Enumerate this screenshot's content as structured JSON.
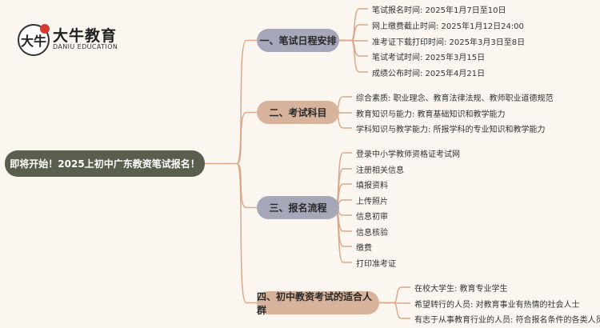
{
  "logo": {
    "cn": "大牛教育",
    "en": "DANIU EDUCATION",
    "badge": "大牛"
  },
  "root": "即将开始！2025上初中广东教资笔试报名！",
  "branches": [
    {
      "label": "一、笔试日程安排",
      "items": [
        "笔试报名时间: 2025年1月7日至10日",
        "网上缴费截止时间: 2025年1月12日24:00",
        "准考证下载打印时间: 2025年3月3日至8日",
        "笔试考试时间: 2025年3月15日",
        "成绩公布时间: 2025年4月21日"
      ]
    },
    {
      "label": "二、考试科目",
      "items": [
        "综合素质: 职业理念、教育法律法规、教师职业道德规范",
        "教育知识与能力: 教育基础知识和教学能力",
        "学科知识与教学能力: 所报学科的专业知识和教学能力"
      ]
    },
    {
      "label": "三、报名流程",
      "items": [
        "登录中小学教师资格证考试网",
        "注册相关信息",
        "填报资料",
        "上传照片",
        "信息初审",
        "信息核验",
        "缴费",
        "打印准考证"
      ]
    },
    {
      "label": "四、初中教资考试的适合人群",
      "items": [
        "在校大学生: 教育专业学生",
        "希望转行的人员: 对教育事业有热情的社会人士",
        "有志于从事教育行业的人员: 符合报名条件的各类人员"
      ]
    }
  ],
  "colors": {
    "root": "#5a5f4d",
    "grey": "#a7a7ba",
    "tan": "#d8b39b",
    "line": "#d9a98a"
  }
}
